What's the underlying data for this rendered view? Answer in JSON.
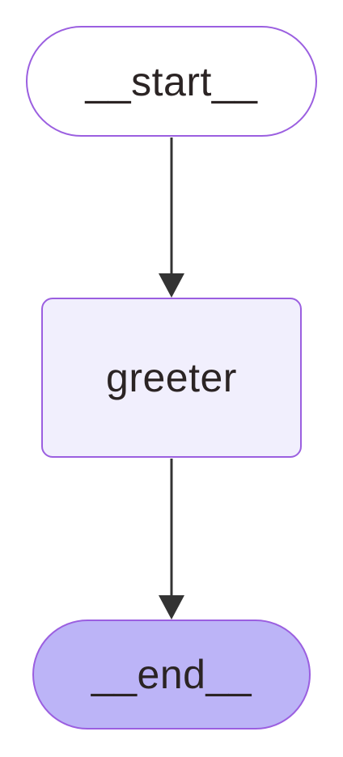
{
  "diagram": {
    "type": "flowchart",
    "direction": "top-to-bottom",
    "nodes": [
      {
        "id": "start",
        "label": "__start__",
        "shape": "stadium"
      },
      {
        "id": "greeter",
        "label": "greeter",
        "shape": "rounded-rectangle"
      },
      {
        "id": "end",
        "label": "__end__",
        "shape": "stadium"
      }
    ],
    "edges": [
      {
        "from": "start",
        "to": "greeter"
      },
      {
        "from": "greeter",
        "to": "end"
      }
    ],
    "colors": {
      "node_border": "#9b5fe0",
      "start_fill": "#ffffff",
      "greeter_fill": "#f1effd",
      "end_fill": "#bcb4f7",
      "edge": "#333333",
      "text": "#2b2424"
    }
  }
}
